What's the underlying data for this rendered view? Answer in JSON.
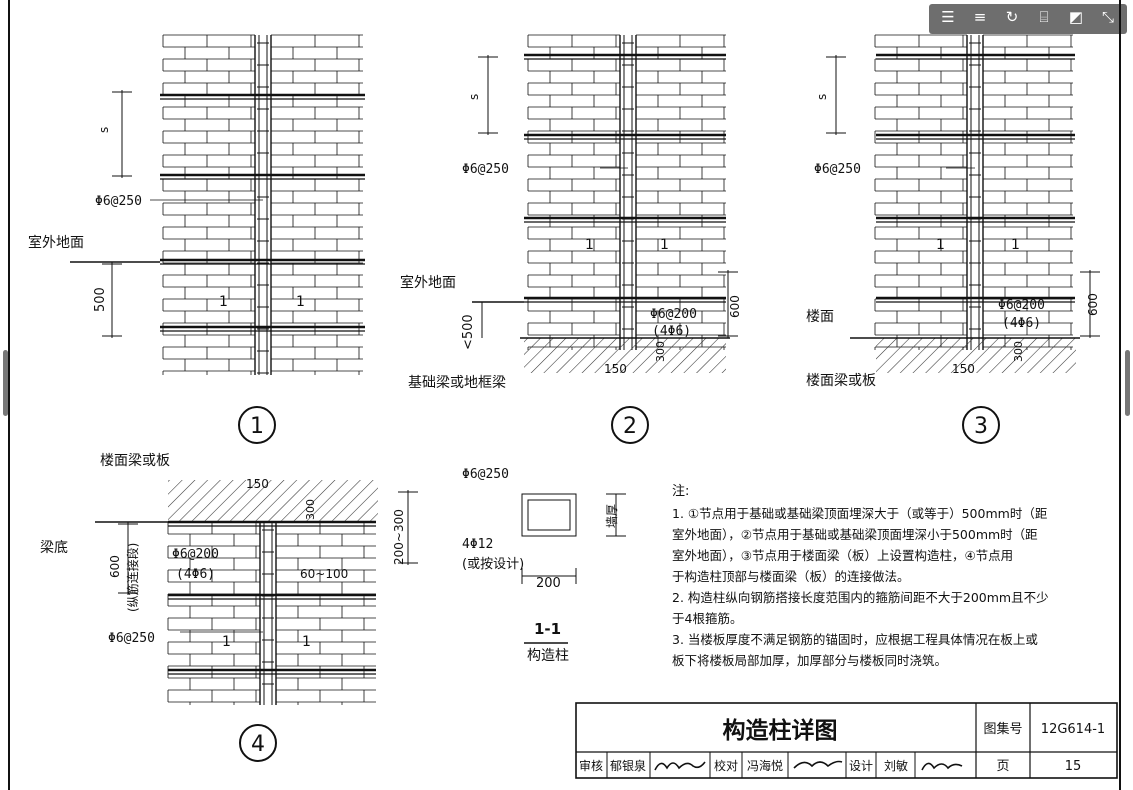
{
  "toolbar": {
    "items": [
      {
        "name": "menu-lines-icon",
        "glyph": "☰"
      },
      {
        "name": "list-icon",
        "glyph": "≡"
      },
      {
        "name": "rotate-icon",
        "glyph": "↻"
      },
      {
        "name": "text-select-icon",
        "glyph": "⌸"
      },
      {
        "name": "fit-page-icon",
        "glyph": "◩"
      },
      {
        "name": "expand-icon",
        "glyph": "⤡"
      }
    ]
  },
  "detail1": {
    "number": "1",
    "spacing": "s",
    "stirrup": "Φ6@250",
    "ground": "室外地面",
    "depth": "500",
    "section": "1"
  },
  "detail2": {
    "number": "2",
    "spacing": "s",
    "stirrup": "Φ6@250",
    "ground": "室外地面",
    "depth": "<500",
    "section": "1",
    "stirrup2": "Φ6@200",
    "bars2": "(4Φ6)",
    "h600": "600",
    "d300": "300",
    "w150": "150",
    "beam": "基础梁或地框梁"
  },
  "detail3": {
    "number": "3",
    "spacing": "s",
    "stirrup": "Φ6@250",
    "floor": "楼面",
    "section": "1",
    "stirrup2": "Φ6@200",
    "bars2": "(4Φ6)",
    "h600": "600",
    "d300": "300",
    "w150": "150",
    "beam": "楼面梁或板"
  },
  "detail4": {
    "number": "4",
    "beam": "楼面梁或板",
    "w150": "150",
    "d300": "300",
    "range": "200~300",
    "beam_bottom": "梁底",
    "h600": "600",
    "lap": "(纵筋连接段)",
    "stirrup2": "Φ6@200",
    "bars2": "(4Φ6)",
    "range2": "60~100",
    "stirrup": "Φ6@250",
    "section": "1"
  },
  "section11": {
    "stirrup": "Φ6@250",
    "bars": "4Φ12",
    "bars_note": "(或按设计)",
    "width": "200",
    "wall": "墙厚",
    "title": "1-1",
    "subtitle": "构造柱"
  },
  "notes": {
    "heading": "注:",
    "items": [
      "1. ①节点用于基础或基础梁顶面埋深大于（或等于）500mm时（距",
      "    室外地面），②节点用于基础或基础梁顶面埋深小于500mm时（距",
      "    室外地面），③节点用于楼面梁（板）上设置构造柱，④节点用",
      "    于构造柱顶部与楼面梁（板）的连接做法。",
      "2. 构造柱纵向钢筋搭接长度范围内的箍筋间距不大于200mm且不少",
      "    于4根箍筋。",
      "3. 当楼板厚度不满足钢筋的锚固时，应根据工程具体情况在板上或",
      "    板下将楼板局部加厚，加厚部分与楼板同时浇筑。"
    ]
  },
  "title_block": {
    "title": "构造柱详图",
    "atlas_label": "图集号",
    "atlas_no": "12G614-1",
    "page_label": "页",
    "page_no": "15",
    "review_label": "审核",
    "reviewer": "郁银泉",
    "check_label": "校对",
    "checker": "冯海悦",
    "design_label": "设计",
    "designer": "刘敏"
  }
}
